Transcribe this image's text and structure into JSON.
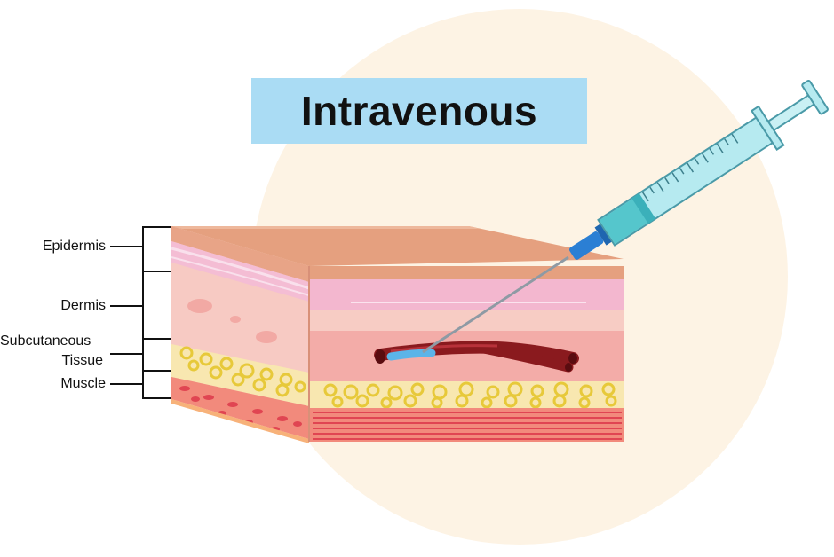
{
  "title": "Intravenous",
  "labels": {
    "epidermis": "Epidermis",
    "dermis": "Dermis",
    "subcutaneous_line1": "Subcutaneous",
    "subcutaneous_line2": "Tissue",
    "muscle": "Muscle"
  },
  "colors": {
    "background_circle": "#fdf3e4",
    "title_box": "#aadcf4",
    "skin_top": "#e5a07f",
    "epidermis": "#f3b7cf",
    "dermis": "#f6c7c0",
    "deep_dermis": "#f3aaa6",
    "fat": "#f2e24a",
    "muscle": "#e8495a",
    "vein": "#8a1a1e",
    "fluid": "#5bb4e8",
    "syringe_barrel": "#b6eaf0",
    "syringe_liquid": "#55c6cc",
    "needle_hub": "#2b7fd4"
  }
}
